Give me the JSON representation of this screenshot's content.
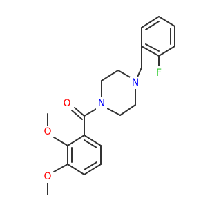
{
  "molecule": {
    "atoms": {
      "oxygen_carbonyl": {
        "label": "O",
        "color": "#ff0000"
      },
      "nitrogen_amide": {
        "label": "N",
        "color": "#0000ff"
      },
      "nitrogen_benzyl": {
        "label": "N",
        "color": "#0000ff"
      },
      "fluorine": {
        "label": "F",
        "color": "#33cc33"
      },
      "oxygen_methoxy_2": {
        "label": "O",
        "color": "#ff0000"
      },
      "oxygen_methoxy_3": {
        "label": "O",
        "color": "#ff0000"
      }
    },
    "bond_color": "#333333"
  }
}
